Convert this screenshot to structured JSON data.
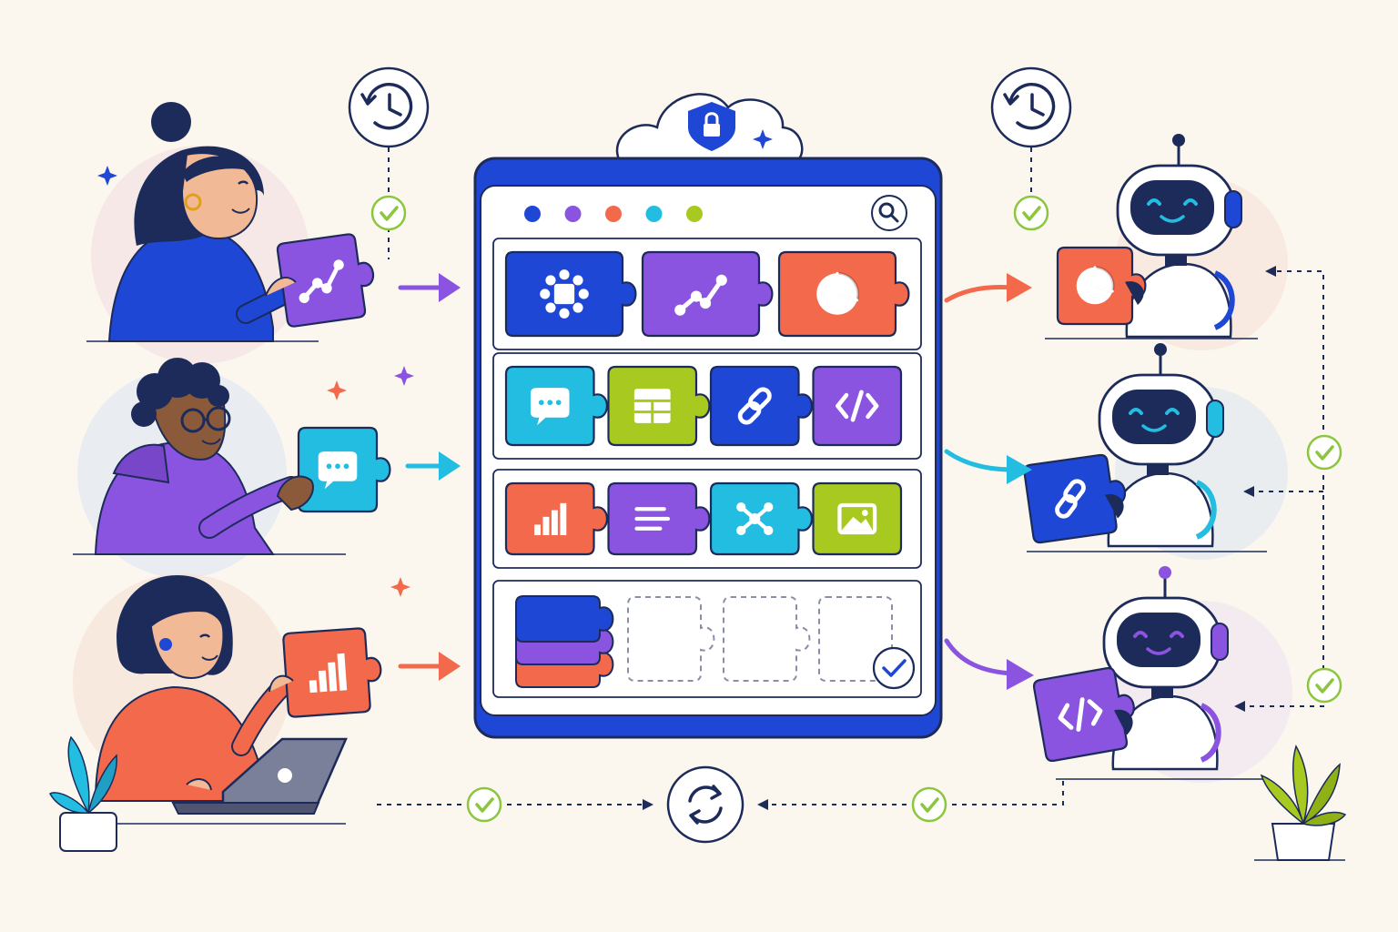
{
  "colors": {
    "background": "#fbf7ee",
    "navy": "#1c2b5a",
    "blue": "#1f47d6",
    "purple": "#8a53e0",
    "orange": "#f26a4b",
    "cyan": "#22bde0",
    "lime": "#a8c91f",
    "check": "#8cc63f",
    "white": "#ffffff"
  },
  "library": {
    "shelves": [
      {
        "pieces": [
          {
            "color": "blue",
            "icon": "hub-icon"
          },
          {
            "color": "purple",
            "icon": "trend-line-icon"
          },
          {
            "color": "orange",
            "icon": "pie-chart-icon"
          }
        ]
      },
      {
        "pieces": [
          {
            "color": "cyan",
            "icon": "chat-icon"
          },
          {
            "color": "lime",
            "icon": "table-icon"
          },
          {
            "color": "blue",
            "icon": "link-icon"
          },
          {
            "color": "purple",
            "icon": "code-icon"
          }
        ]
      },
      {
        "pieces": [
          {
            "color": "orange",
            "icon": "bar-chart-icon"
          },
          {
            "color": "purple",
            "icon": "text-lines-icon"
          },
          {
            "color": "cyan",
            "icon": "network-icon"
          },
          {
            "color": "lime",
            "icon": "image-icon"
          }
        ]
      }
    ],
    "window_dots": [
      "blue",
      "purple",
      "orange",
      "cyan",
      "lime"
    ],
    "stacked_pieces": [
      "blue",
      "purple",
      "orange"
    ],
    "empty_slots": 3
  },
  "contributors": [
    {
      "role": "woman-with-bun",
      "piece_color": "purple",
      "piece_icon": "trend-line-icon"
    },
    {
      "role": "man-with-glasses",
      "piece_color": "cyan",
      "piece_icon": "chat-icon"
    },
    {
      "role": "woman-with-laptop",
      "piece_color": "orange",
      "piece_icon": "bar-chart-icon"
    }
  ],
  "agents": [
    {
      "piece_color": "orange",
      "piece_icon": "pie-chart-icon"
    },
    {
      "piece_color": "blue",
      "piece_icon": "link-icon"
    },
    {
      "piece_color": "purple",
      "piece_icon": "code-icon"
    }
  ]
}
